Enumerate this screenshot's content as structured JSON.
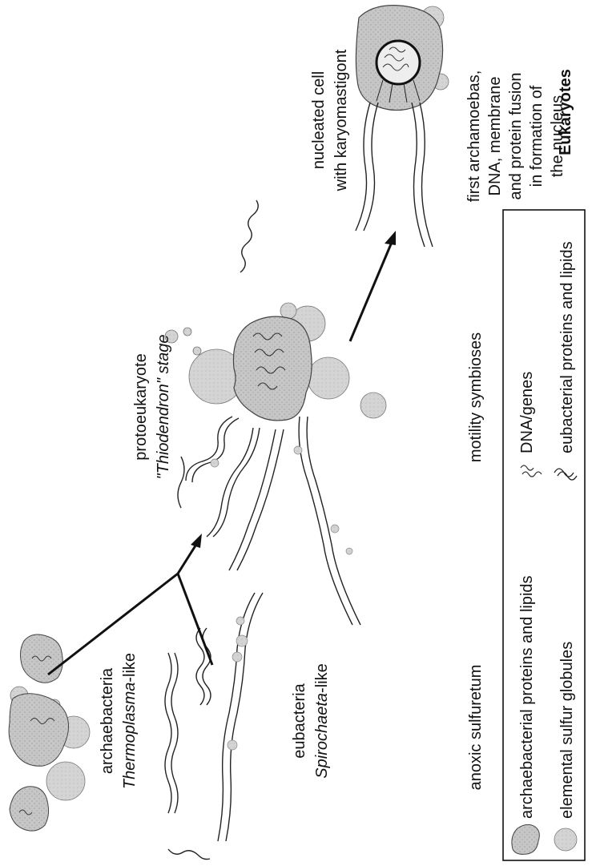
{
  "heading": "Eukaryotes",
  "organisms": {
    "archaebacteria": {
      "line1": "archaebacteria",
      "line2_italic": "Thermoplasma",
      "line2_suffix": "-like"
    },
    "eubacteria": {
      "line1": "eubacteria",
      "line2_italic": "Spirochaeta",
      "line2_suffix": "-like"
    },
    "protoeukaryote": {
      "line1": "protoeukaryote",
      "line2": "\"Thiodendron\" stage"
    },
    "nucleated": {
      "line1": "nucleated cell",
      "line2": "with karyomastigont"
    }
  },
  "stages": {
    "anoxic": "anoxic sulfuretum",
    "motility": "motility symbioses",
    "archamoebas": [
      "first archamoebas,",
      "DNA, membrane",
      "and protein fusion",
      "in formation of",
      "the nucleus"
    ]
  },
  "legend": {
    "archaebacterial": "archaebacterial proteins and lipids",
    "sulfur": "elemental sulfur globules",
    "dna": "DNA/genes",
    "eubacterial": "eubacterial proteins and lipids"
  },
  "colors": {
    "cell_fill": "#c9c9c9",
    "globule_fill": "#d2d2d2",
    "ink": "#111111"
  }
}
